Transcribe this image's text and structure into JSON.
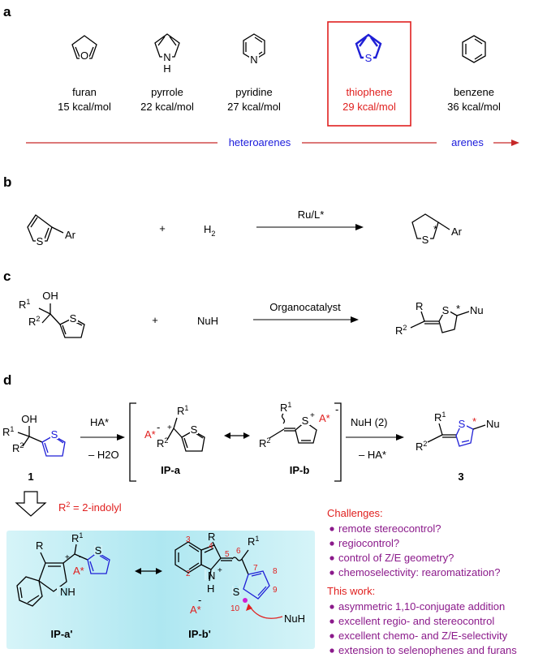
{
  "panel_labels": [
    "a",
    "b",
    "c",
    "d"
  ],
  "panel_a": {
    "compounds": [
      {
        "name": "furan",
        "energy": "15 kcal/mol",
        "atom": "O"
      },
      {
        "name": "pyrrole",
        "energy": "22 kcal/mol",
        "atom": "N",
        "atom2": "H"
      },
      {
        "name": "pyridine",
        "energy": "27 kcal/mol",
        "atom": "N"
      },
      {
        "name": "thiophene",
        "energy": "29 kcal/mol",
        "atom": "S"
      },
      {
        "name": "benzene",
        "energy": "36 kcal/mol"
      }
    ],
    "heteroarenes": "heteroarenes",
    "arenes": "arenes",
    "colors": {
      "highlight": "#e0201f",
      "blue": "#1a1adb"
    }
  },
  "panel_b": {
    "reactant_sub": "Ar",
    "atom": "S",
    "plus": "+",
    "h2": "H",
    "h2_sub": "2",
    "condition": "Ru/L*",
    "star": "*"
  },
  "panel_c": {
    "oh": "OH",
    "r1": "R",
    "r1_sup": "1",
    "r2": "R",
    "r2_sup": "2",
    "plus": "+",
    "nuh": "NuH",
    "condition": "Organocatalyst",
    "nu": "Nu",
    "star": "*"
  },
  "panel_d": {
    "reagent_top": "HA*",
    "reagent_bottom": "– H2O",
    "compound1": "1",
    "ip_a": "IP-a",
    "ip_b": "IP-b",
    "a_star": "A*",
    "minus": "-",
    "plus_charge": "+",
    "nu_reagent": "NuH (2)",
    "minus_ha": "– HA*",
    "compound3": "3",
    "r2_indolyl": "R",
    "r2_indolyl_rest": " = 2-indolyl",
    "ip_a_prime": "IP-a'",
    "ip_b_prime": "IP-b'",
    "nh": "NH",
    "numbers": [
      "2",
      "3",
      "4",
      "5",
      "6",
      "7",
      "8",
      "9",
      "10"
    ],
    "challenges_title": "Challenges:",
    "challenges": [
      "remote stereocontrol?",
      "regiocontrol?",
      "control of Z/E geometry?",
      "chemoselectivity: rearomatization?"
    ],
    "this_work_title": "This work:",
    "this_work": [
      "asymmetric 1,10-conjugate addition",
      "excellent regio- and stereocontrol",
      "excellent chemo- and Z/E-selectivity",
      "extension to selenophenes and furans"
    ]
  }
}
